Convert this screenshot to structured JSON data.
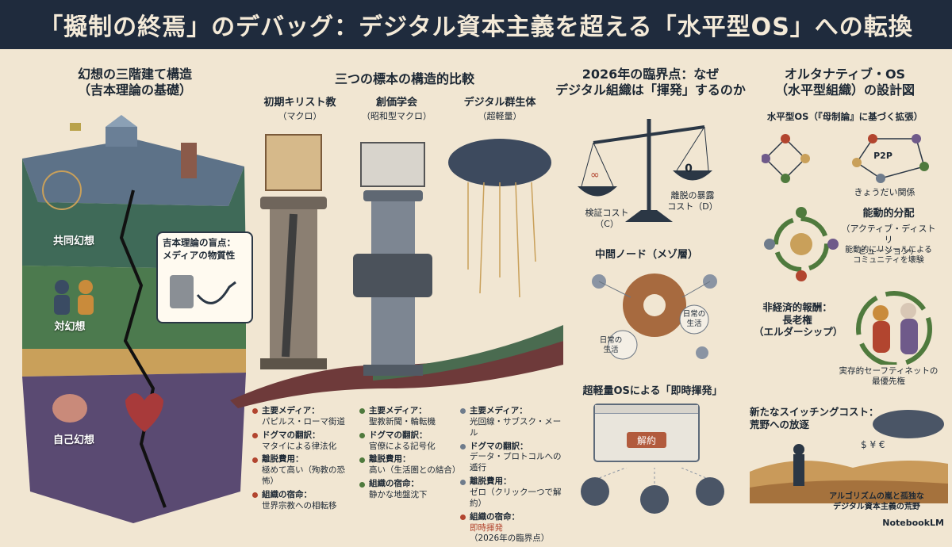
{
  "title": "「擬制の終焉」のデバッグ：デジタル資本主義を超える「水平型OS」への転換",
  "left": {
    "title": "幻想の三階建て構造\n（吉本理論の基礎）",
    "layers": [
      "共同幻想",
      "対幻想",
      "自己幻想"
    ],
    "callout": "吉本理論の盲点：\nメディアの物質性"
  },
  "middle": {
    "title": "三つの標本の構造的比較",
    "specimens": [
      {
        "name": "初期キリスト教",
        "sub": "（マクロ）",
        "color": "#b2452f",
        "items": [
          {
            "head": "主要メディア：",
            "body": "パピルス・ローマ街道"
          },
          {
            "head": "ドグマの翻訳：",
            "body": "マタイによる律法化"
          },
          {
            "head": "離脱費用：",
            "body": "極めて高い（殉教の恐怖）"
          },
          {
            "head": "組織の宿命：",
            "body": "世界宗教への相転移"
          }
        ]
      },
      {
        "name": "創価学会",
        "sub": "（昭和型マクロ）",
        "color": "#4f7a3d",
        "items": [
          {
            "head": "主要メディア：",
            "body": "聖教新聞・輪転機"
          },
          {
            "head": "ドグマの翻訳：",
            "body": "官僚による記号化"
          },
          {
            "head": "離脱費用：",
            "body": "高い（生活圏との結合）"
          },
          {
            "head": "組織の宿命：",
            "body": "静かな地盤沈下"
          }
        ]
      },
      {
        "name": "デジタル群生体",
        "sub": "（超軽量）",
        "color": "#6f7c8c",
        "items": [
          {
            "head": "主要メディア：",
            "body": "光回線・サブスク・メール"
          },
          {
            "head": "ドグマの翻訳：",
            "body": "データ・プロトコルへの遁行"
          },
          {
            "head": "離脱費用：",
            "body": "ゼロ（クリック一つで解約）"
          },
          {
            "head": "組織の宿命：",
            "body": "即時揮発",
            "body2": "（2026年の臨界点）"
          }
        ]
      }
    ]
  },
  "right1": {
    "title": "2026年の臨界点：なぜ\nデジタル組織は「揮発」するのか",
    "scale_left": "検証コスト\n（C）",
    "scale_right_value": "0",
    "scale_right": "離脱の暴露\nコスト（D）",
    "mid_title": "中間ノード（メゾ層）",
    "node_a": "日常の\n生活",
    "node_b": "日常の\n生活",
    "bottom_title": "超軽量OSによる「即時揮発」",
    "cancel": "解約"
  },
  "right2": {
    "title": "オルタナティブ・OS\n（水平型組織）の設計図",
    "sub1": "水平型OS（『母制論』に基づく拡張）",
    "p2p": "P2P",
    "kinship": "きょうだい関係",
    "sec2_title": "能動的分配",
    "sec2_sub": "（アクティブ・ディストリ\nビューション）",
    "sec2_desc": "能動的にリソールによる\nコミュニティを壊験",
    "sec3_title": "非経済的報酬：\n長老権\n（エルダーシップ）",
    "sec3_desc": "実存的セーフティネットの\n最優先権",
    "sec4_title": "新たなスイッチングコスト：\n荒野への放逐",
    "sec4_desc": "アルゴリズムの嵐と孤独な\nデジタル資本主義の荒野"
  },
  "brand": "NotebookLM",
  "colors": {
    "navy": "#1f2b3d",
    "cream": "#f1e6d2",
    "rust": "#b2452f",
    "green": "#4f7a3d",
    "slate": "#6f7c8c"
  }
}
